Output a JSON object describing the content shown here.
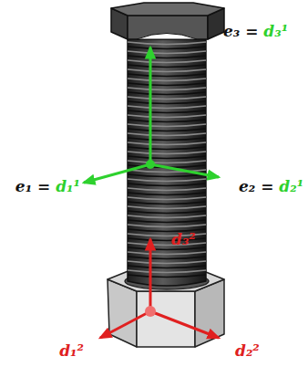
{
  "diagram": {
    "labels": [
      "e₃ = d₃¹",
      "e₁ = d₁¹",
      "e₂ = d₂¹",
      "d₃²",
      "d₁²",
      "d₂²"
    ]
  }
}
